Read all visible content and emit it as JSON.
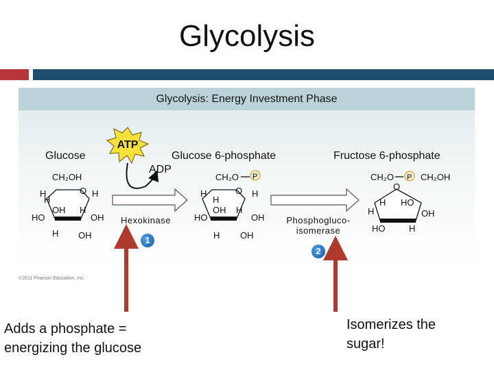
{
  "slide": {
    "title": "Glycolysis"
  },
  "panel": {
    "header": "Glycolysis: Energy Investment Phase",
    "copyright": "©2011 Pearson Education, Inc."
  },
  "molecules": {
    "glucose": "Glucose",
    "glucose6p": "Glucose 6-phosphate",
    "fructose6p": "Fructose 6-phosphate"
  },
  "cofactors": {
    "atp": "ATP",
    "adp": "ADP",
    "phosphate_symbol": "P"
  },
  "structure_text": {
    "ch2oh": "CH₂OH",
    "ch2o": "CH₂O",
    "o": "O",
    "h": "H",
    "oh": "OH",
    "ho": "HO"
  },
  "steps": [
    {
      "number": "1",
      "enzyme": "Hexokinase"
    },
    {
      "number": "2",
      "enzyme_line1": "Phosphogluco-",
      "enzyme_line2": "isomerase"
    }
  ],
  "annotations": {
    "left_line1": "Adds a phosphate =",
    "left_line2": "energizing the glucose",
    "right_line1": "Isomerizes the",
    "right_line2": "sugar!"
  },
  "colors": {
    "accent_red": "#b8363a",
    "accent_blue": "#1f4d6e",
    "atp_yellow": "#f7e13a",
    "annotation_arrow": "#b0392e",
    "phosphate_ring": "#d9a92b"
  }
}
